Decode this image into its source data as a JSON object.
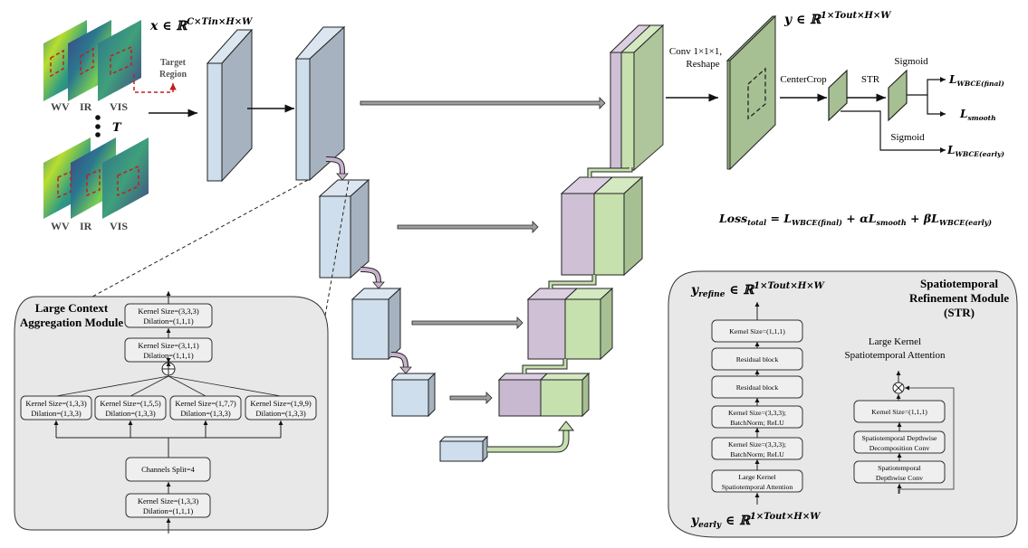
{
  "input": {
    "math_label": "x ∈ ℝ",
    "math_sup": "C×Tin×H×W",
    "channels": [
      "WV",
      "IR",
      "VIS"
    ],
    "time_label": "T",
    "target_region_line1": "Target",
    "target_region_line2": "Region"
  },
  "output": {
    "conv_line1": "Conv 1×1×1,",
    "conv_line2": "Reshape",
    "y_label": "y ∈ ℝ",
    "y_sup": "1×Tout×H×W",
    "centercrop": "CenterCrop",
    "str": "STR",
    "sigmoid_top": "Sigmoid",
    "sigmoid_bottom": "Sigmoid",
    "loss_final": "L",
    "loss_final_sub": "WBCE(final)",
    "loss_smooth": "L",
    "loss_smooth_sub": "smooth",
    "loss_early": "L",
    "loss_early_sub": "WBCE(early)"
  },
  "loss_equation": {
    "lhs": "Loss",
    "lhs_sub": "total",
    "eq": " =  L",
    "t1_sub": "WBCE(final)",
    "t2": " + αL",
    "t2_sub": "smooth",
    "t3": " + βL",
    "t3_sub": "WBCE(early)"
  },
  "lcam": {
    "title_line1": "Large Context",
    "title_line2": "Aggregation Module",
    "top_blocks": [
      {
        "line1": "Kernel Size=(3,3,3)",
        "line2": "Dilation=(1,1,1)"
      },
      {
        "line1": "Kernel Size=(3,1,1)",
        "line2": "Dilation=(1,1,1)"
      }
    ],
    "branches": [
      {
        "line1": "Kernel Size=(1,3,3)",
        "line2": "Dilation=(1,3,3)"
      },
      {
        "line1": "Kernel Size=(1,5,5)",
        "line2": "Dilation=(1,3,3)"
      },
      {
        "line1": "Kernel Size=(1,7,7)",
        "line2": "Dilation=(1,3,3)"
      },
      {
        "line1": "Kernel Size=(1,9,9)",
        "line2": "Dilation=(1,3,3)"
      }
    ],
    "split": "Channels Split=4",
    "bottom_block": {
      "line1": "Kernel Size=(1,3,3)",
      "line2": "Dilation=(1,1,1)"
    }
  },
  "str_module": {
    "title_line1": "Spatiotemporal",
    "title_line2": "Refinement Module",
    "title_line3": "(STR)",
    "y_refine": "y",
    "y_refine_sub": "refine",
    "y_refine_rest": " ∈ ℝ",
    "y_refine_sup": "1×Tout×H×W",
    "y_early": "y",
    "y_early_sub": "early",
    "y_early_rest": " ∈ ℝ",
    "y_early_sup": "1×Tout×H×W",
    "left_blocks": [
      {
        "line1": "Kernel Size=(1,1,1)",
        "line2": ""
      },
      {
        "line1": "Residual block",
        "line2": ""
      },
      {
        "line1": "Residual block",
        "line2": ""
      },
      {
        "line1": "Kernel Size=(3,3,3);",
        "line2": "BatchNorm; ReLU"
      },
      {
        "line1": "Kernel Size=(3,3,3);",
        "line2": "BatchNorm; ReLU"
      },
      {
        "line1": "Large Kernel",
        "line2": "Spatiotemporal Attention"
      }
    ],
    "lksa_title_line1": "Large Kernel",
    "lksa_title_line2": "Spatiotemporal Attention",
    "right_blocks": [
      {
        "line1": "Kernel Size=(1,1,1)",
        "line2": ""
      },
      {
        "line1": "Spatiotemporal Depthwise",
        "line2": "Decomposition Conv"
      },
      {
        "line1": "Spatiotemporal",
        "line2": "Depthwise Conv"
      }
    ]
  },
  "colors": {
    "encoder_front": "#cfdeec",
    "encoder_side": "#a6b2bf",
    "decoder_purple": "#cfc0d6",
    "decoder_green": "#c6e0ae",
    "decoder_green_dark": "#a7c093",
    "skip_arrow": "#a19e9e",
    "down_arrow": "#c8b3cc",
    "module_bg": "#e8e8e8",
    "target_red": "#c0201f"
  }
}
